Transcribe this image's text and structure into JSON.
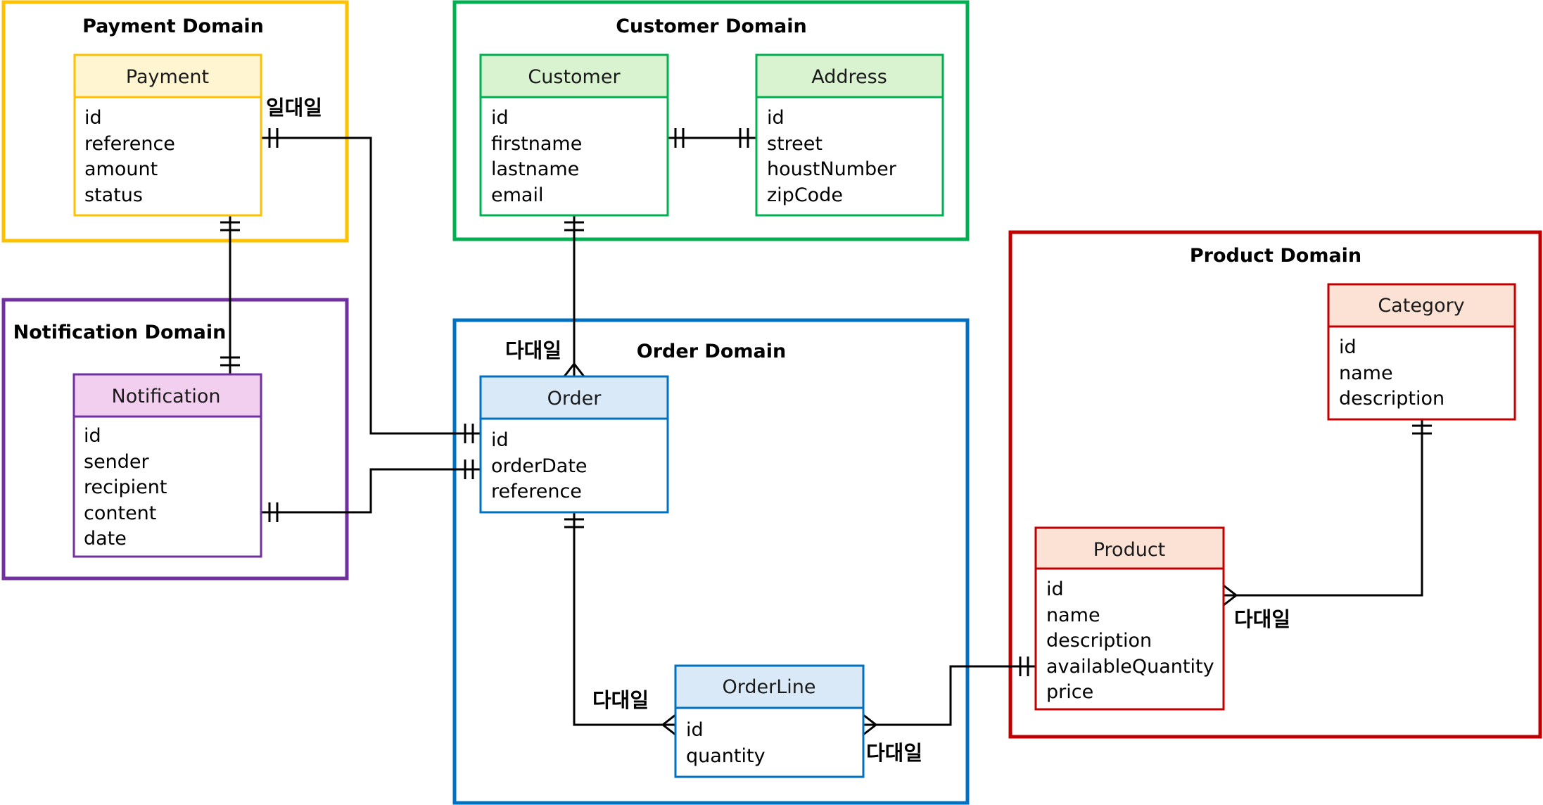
{
  "domains": {
    "payment": {
      "title": "Payment Domain",
      "color": "#FFC000"
    },
    "customer": {
      "title": "Customer Domain",
      "color": "#00B050"
    },
    "notification": {
      "title": "Notification Domain",
      "color": "#7030A0"
    },
    "order": {
      "title": "Order Domain",
      "color": "#0070C0"
    },
    "product": {
      "title": "Product Domain",
      "color": "#C00000"
    }
  },
  "entities": {
    "payment": {
      "title": "Payment",
      "attrs": [
        "id",
        "reference",
        "amount",
        "status"
      ],
      "header_fill": "#FFF5D1",
      "border": "#FFC000"
    },
    "customer": {
      "title": "Customer",
      "attrs": [
        "id",
        "firstname",
        "lastname",
        "email"
      ],
      "header_fill": "#D9F2D0",
      "border": "#00B050"
    },
    "address": {
      "title": "Address",
      "attrs": [
        "id",
        "street",
        "houstNumber",
        "zipCode"
      ],
      "header_fill": "#D9F2D0",
      "border": "#00B050"
    },
    "notification": {
      "title": "Notification",
      "attrs": [
        "id",
        "sender",
        "recipient",
        "content",
        "date"
      ],
      "header_fill": "#F2CEEF",
      "border": "#7030A0"
    },
    "order": {
      "title": "Order",
      "attrs": [
        "id",
        "orderDate",
        "reference"
      ],
      "header_fill": "#DAE9F8",
      "border": "#0070C0"
    },
    "orderline": {
      "title": "OrderLine",
      "attrs": [
        "id",
        "quantity"
      ],
      "header_fill": "#DAE9F8",
      "border": "#0070C0"
    },
    "category": {
      "title": "Category",
      "attrs": [
        "id",
        "name",
        "description"
      ],
      "header_fill": "#FBE2D5",
      "border": "#C00000"
    },
    "product": {
      "title": "Product",
      "attrs": [
        "id",
        "name",
        "description",
        "availableQuantity",
        "price"
      ],
      "header_fill": "#FBE2D5",
      "border": "#C00000"
    }
  },
  "relationship_labels": {
    "payment_order": "일대일",
    "customer_order": "다대일",
    "order_orderline": "다대일",
    "orderline_product": "다대일",
    "product_category": "다대일"
  }
}
